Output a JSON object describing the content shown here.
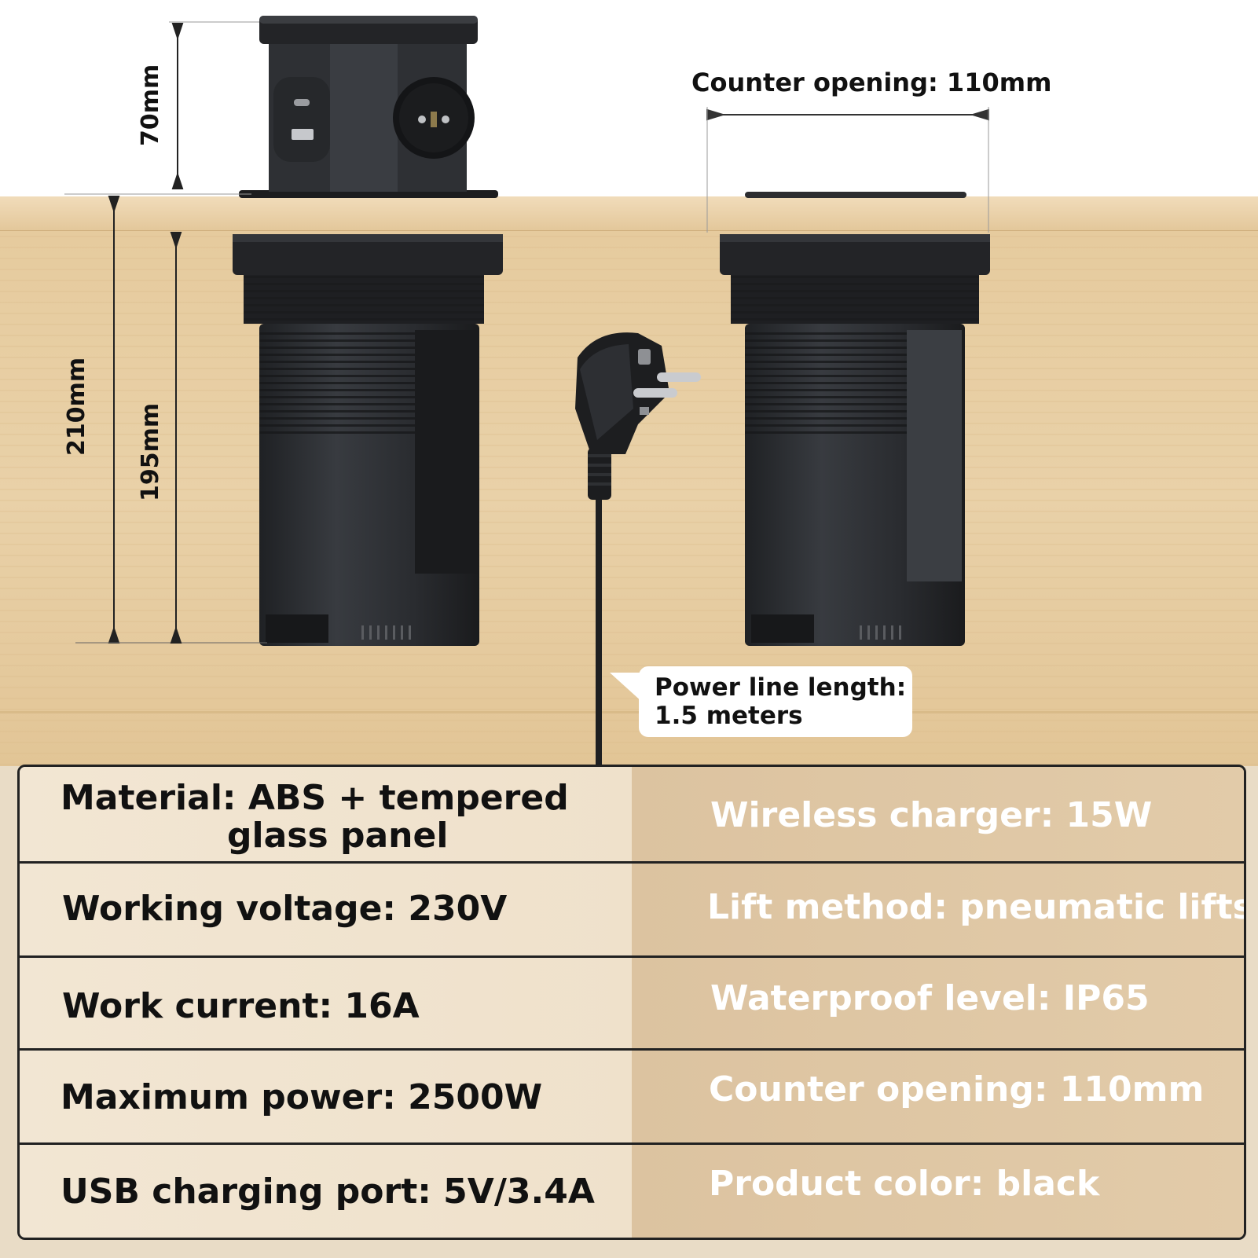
{
  "dimensions": {
    "top_height": "70mm",
    "total_height": "210mm",
    "under_height": "195mm",
    "counter_opening": "Counter opening: 110mm"
  },
  "callout": {
    "line1": "Power line length:",
    "line2": "1.5 meters"
  },
  "specs": {
    "rows": [
      {
        "left_line1": "Material: ABS + tempered",
        "left_line2": "glass panel",
        "right": "Wireless charger: 15W"
      },
      {
        "left": "Working voltage: 230V",
        "right": "Lift method: pneumatic lifts"
      },
      {
        "left": "Work current: 16A",
        "right": "Waterproof level: IP65"
      },
      {
        "left": "Maximum power: 2500W",
        "right": "Counter opening: 110mm"
      },
      {
        "left": "USB charging port: 5V/3.4A",
        "right": "Product color: black"
      }
    ]
  },
  "colors": {
    "wood": "#e8cfa6",
    "product": "#2b2d30",
    "left_cell": "#f0e3ce",
    "right_cell": "#dfc6a3"
  }
}
